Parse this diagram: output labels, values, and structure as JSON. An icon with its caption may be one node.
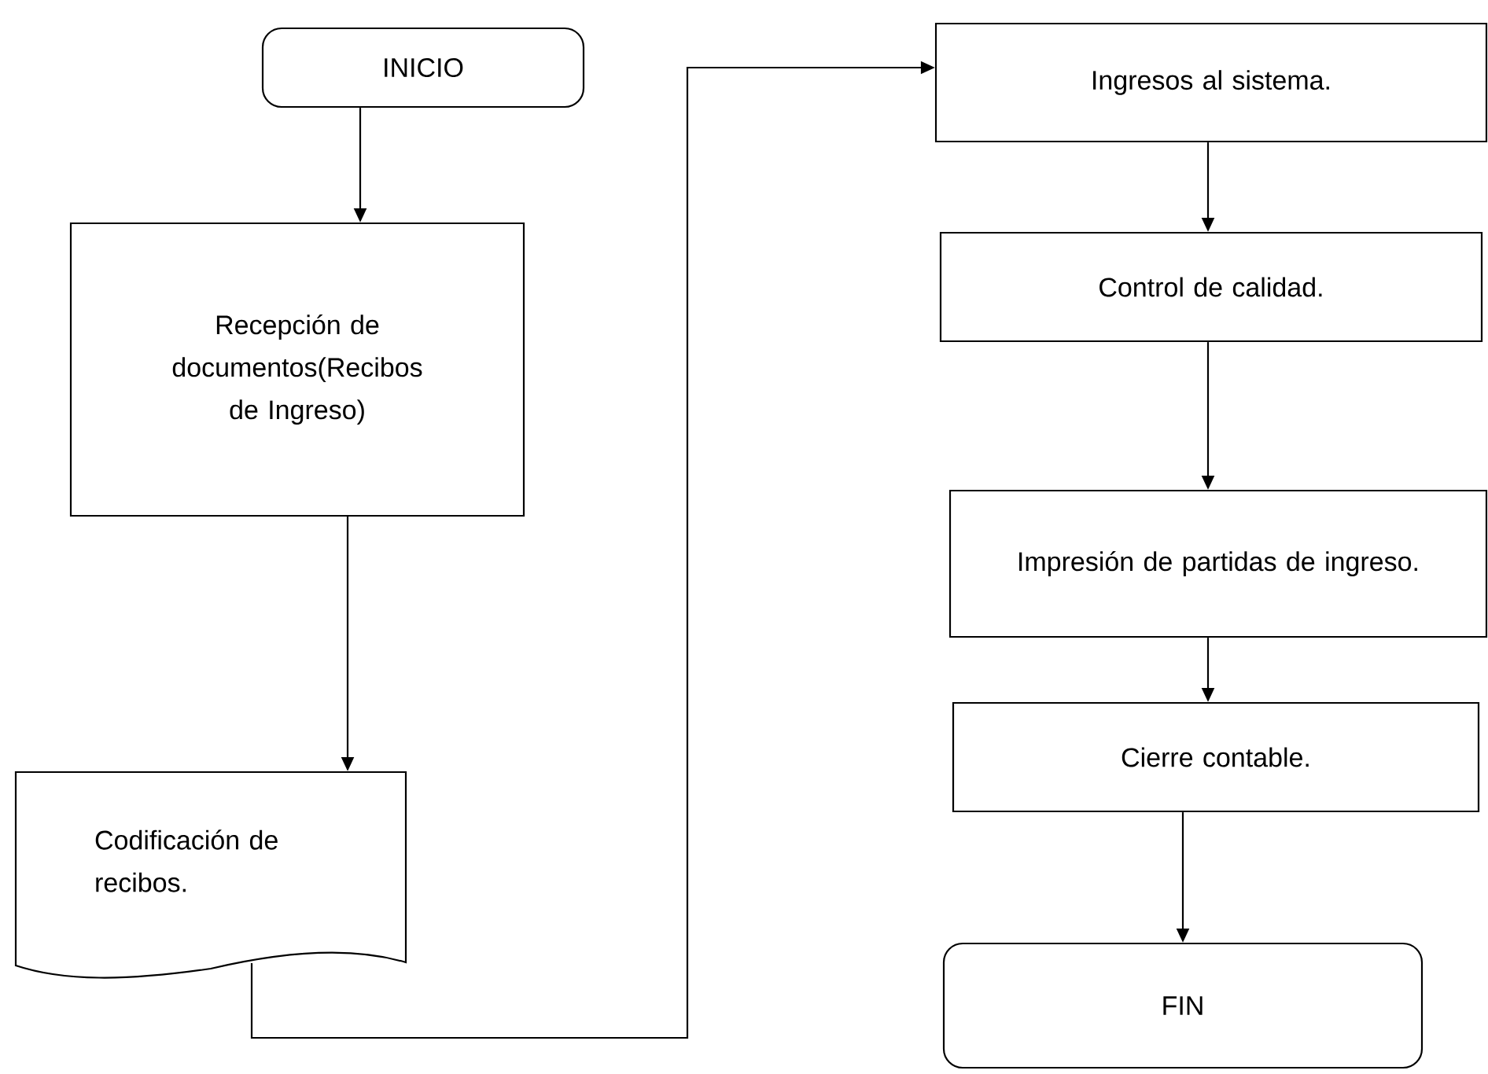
{
  "diagram": {
    "nodes": [
      {
        "text": [
          "INICIO"
        ]
      },
      {
        "text": [
          "Recepción de documentos(Recibos de Ingreso)"
        ]
      },
      {
        "text": [
          "Codificación de recibos."
        ]
      },
      {
        "text": [
          "Ingresos al sistema."
        ]
      },
      {
        "text": [
          "Control de calidad."
        ]
      },
      {
        "text": [
          "Impresión de partidas de ingreso."
        ]
      },
      {
        "text": [
          "Cierre contable."
        ]
      },
      {
        "text": [
          "FIN"
        ]
      }
    ],
    "edges": [
      {
        "from": 0,
        "to": 1,
        "arrow": "to"
      },
      {
        "from": 1,
        "to": 2,
        "arrow": "to"
      },
      {
        "from": 2,
        "to": 3,
        "arrow": "to"
      },
      {
        "from": 3,
        "to": 4,
        "arrow": "to"
      },
      {
        "from": 4,
        "to": 5,
        "arrow": "to"
      },
      {
        "from": 5,
        "to": 6,
        "arrow": "to"
      },
      {
        "from": 6,
        "to": 7,
        "arrow": "to"
      }
    ]
  }
}
